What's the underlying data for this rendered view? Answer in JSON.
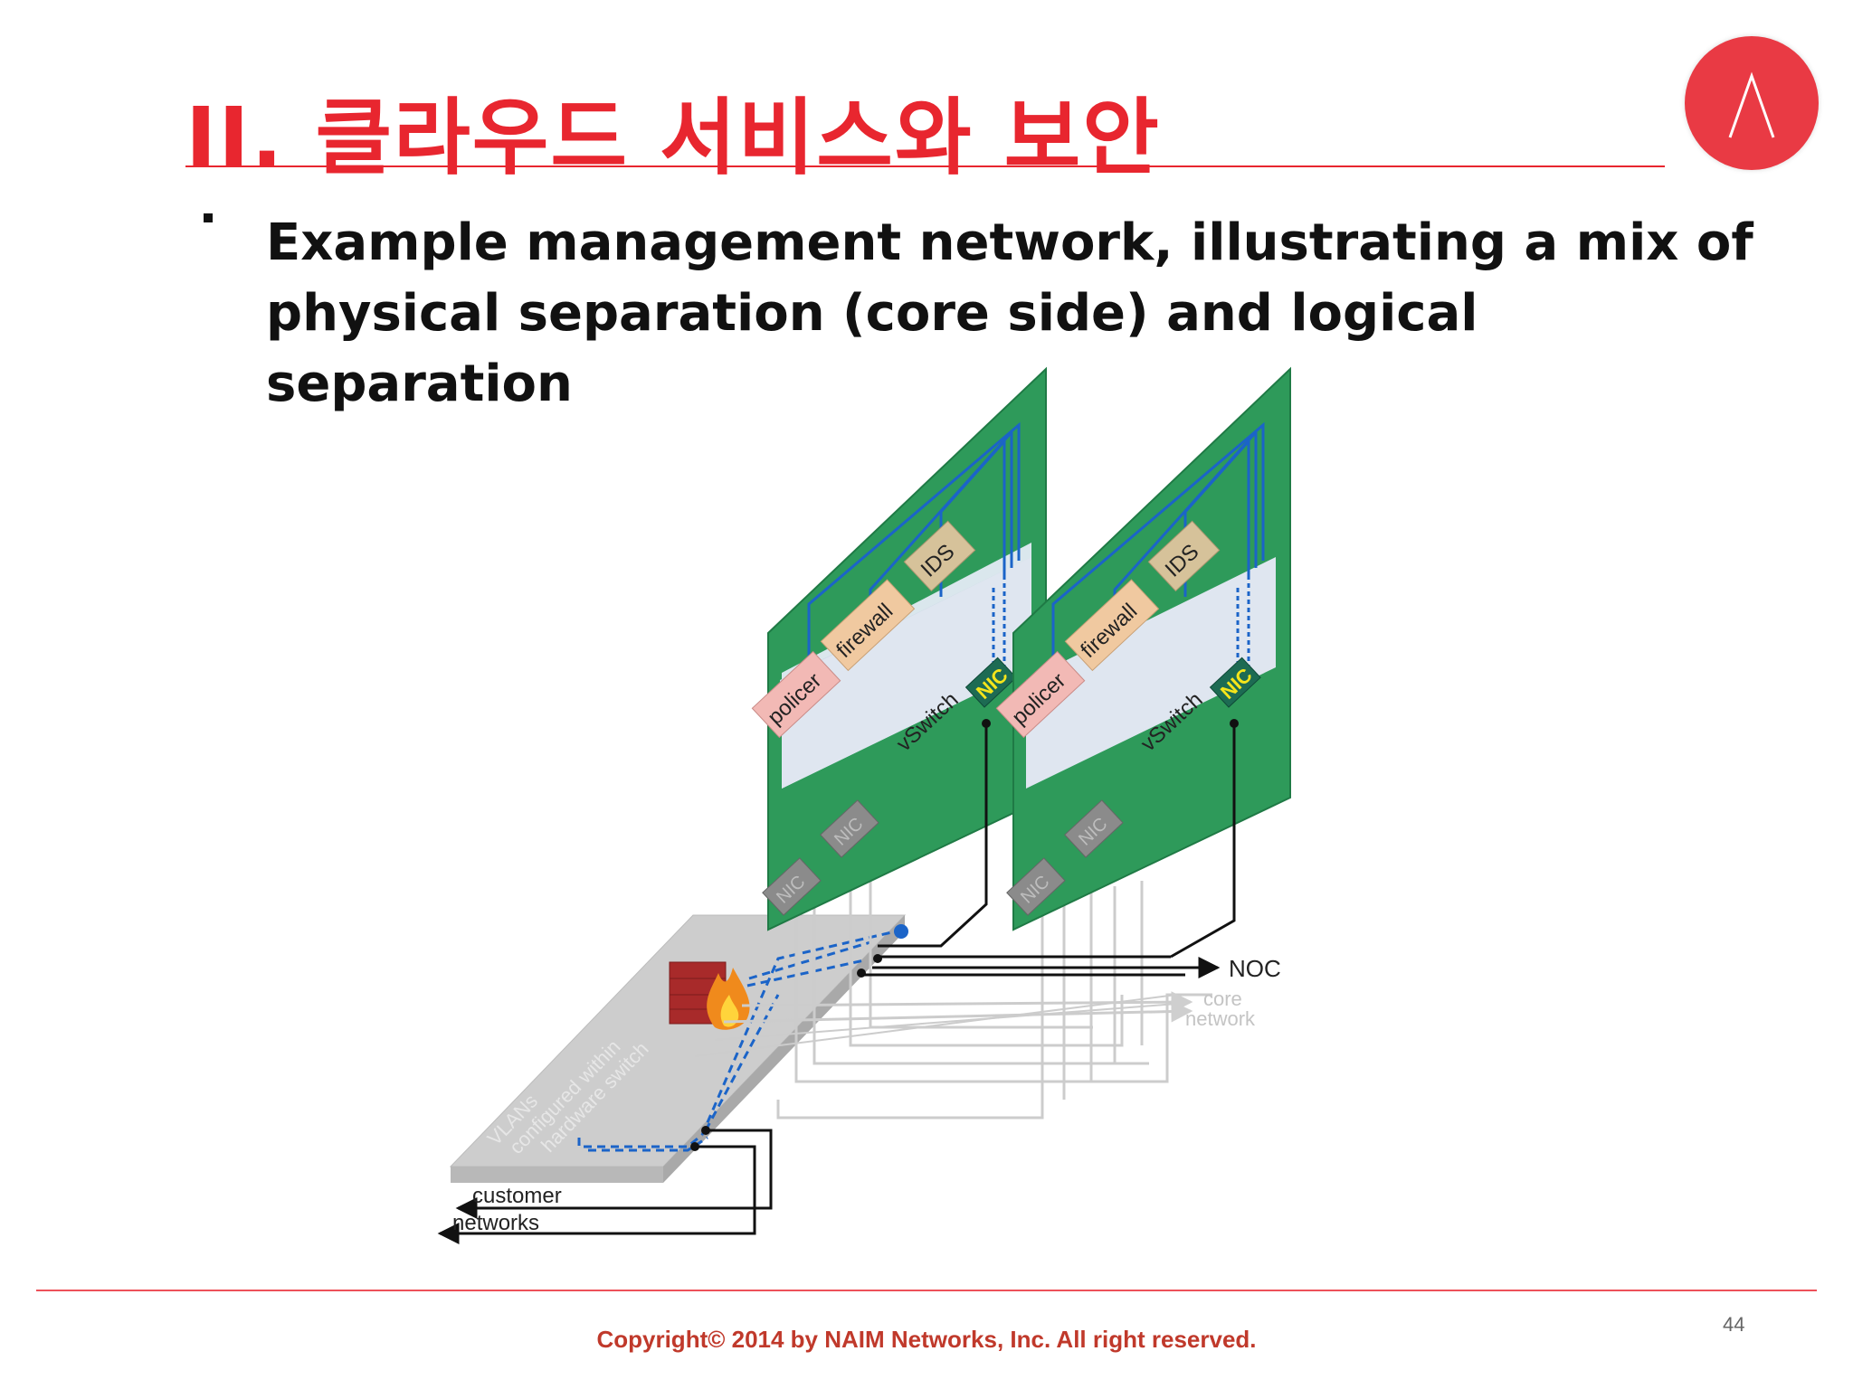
{
  "slide": {
    "title": "II.  클라우드 서비스와 보안",
    "bullet": "Example management network, illustrating a mix of physical separation (core side) and logical separation",
    "page_number": "44",
    "copyright": "Copyright© 2014 by NAIM Networks, Inc. All right reserved."
  },
  "diagram": {
    "servers": [
      {
        "policer": "policer",
        "firewall": "firewall",
        "ids": "IDS",
        "vswitch": "vSwitch",
        "nic_top": "NIC",
        "nic_a": "NIC",
        "nic_b": "NIC"
      },
      {
        "policer": "policer",
        "firewall": "firewall",
        "ids": "IDS",
        "vswitch": "vSwitch",
        "nic_top": "NIC",
        "nic_a": "NIC",
        "nic_b": "NIC"
      }
    ],
    "switch_label_line1": "VLANs",
    "switch_label_line2": "configured within",
    "switch_label_line3": "hardware switch",
    "noc": "NOC",
    "core_line1": "core",
    "core_line2": "network",
    "customer_line1": "customer",
    "customer_line2": "networks"
  },
  "colors": {
    "accent_red": "#e8262f",
    "board_green": "#2e9a5a",
    "vlan_blue": "#1b64c8"
  }
}
